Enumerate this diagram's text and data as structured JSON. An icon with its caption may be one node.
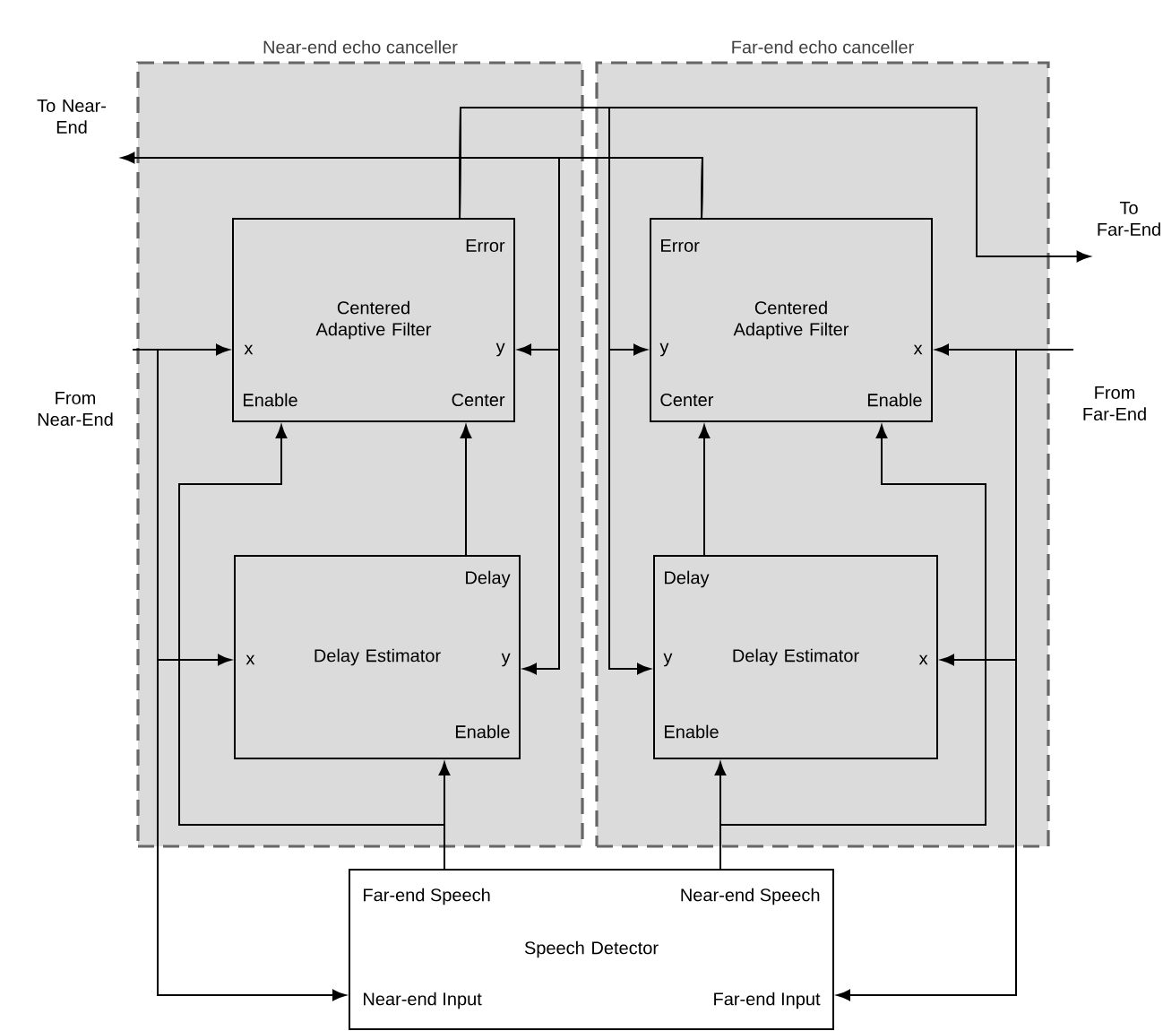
{
  "diagram": {
    "nodes": [
      {
        "text": [
          "Near-end echo canceller"
        ]
      },
      {
        "text": [
          "Far-end echo canceller"
        ]
      },
      {
        "text": [
          "Error",
          "Centered Adaptive Filter",
          "x",
          "y",
          "Enable",
          "Center"
        ],
        "in": 0
      },
      {
        "text": [
          "Delay",
          "x",
          "Delay Estimator",
          "y",
          "Enable"
        ],
        "in": 0
      },
      {
        "text": [
          "Error",
          "Centered Adaptive Filter",
          "y",
          "x",
          "Center",
          "Enable"
        ],
        "in": 1
      },
      {
        "text": [
          "Delay",
          "y",
          "Delay Estimator",
          "x",
          "Enable"
        ],
        "in": 1
      },
      {
        "text": [
          "Far-end Speech",
          "Near-end Speech",
          "Speech Detector",
          "Near-end Input",
          "Far-end Input"
        ]
      },
      {
        "text": [
          "To Near-End"
        ]
      },
      {
        "text": [
          "From Near-End"
        ]
      },
      {
        "text": [
          "To Far-End"
        ]
      },
      {
        "text": [
          "From Far-End"
        ]
      }
    ],
    "edges": [
      {
        "from": 8,
        "to": 2,
        "arrow": "to"
      },
      {
        "from": 8,
        "to": 3,
        "arrow": "to"
      },
      {
        "from": 8,
        "to": 6,
        "arrow": "to"
      },
      {
        "from": 10,
        "to": 4,
        "arrow": "to"
      },
      {
        "from": 10,
        "to": 5,
        "arrow": "to"
      },
      {
        "from": 10,
        "to": 6,
        "arrow": "to"
      },
      {
        "from": 3,
        "to": 2,
        "arrow": "to"
      },
      {
        "from": 5,
        "to": 4,
        "arrow": "to"
      },
      {
        "from": 6,
        "to": 3,
        "arrow": "to"
      },
      {
        "from": 6,
        "to": 2,
        "arrow": "to"
      },
      {
        "from": 6,
        "to": 5,
        "arrow": "to"
      },
      {
        "from": 6,
        "to": 4,
        "arrow": "to"
      },
      {
        "from": 2,
        "to": 9,
        "arrow": "to"
      },
      {
        "from": 2,
        "to": 4,
        "arrow": "to"
      },
      {
        "from": 2,
        "to": 5,
        "arrow": "to"
      },
      {
        "from": 4,
        "to": 7,
        "arrow": "to"
      },
      {
        "from": 4,
        "to": 2,
        "arrow": "to"
      },
      {
        "from": 4,
        "to": 3,
        "arrow": "to"
      }
    ]
  }
}
